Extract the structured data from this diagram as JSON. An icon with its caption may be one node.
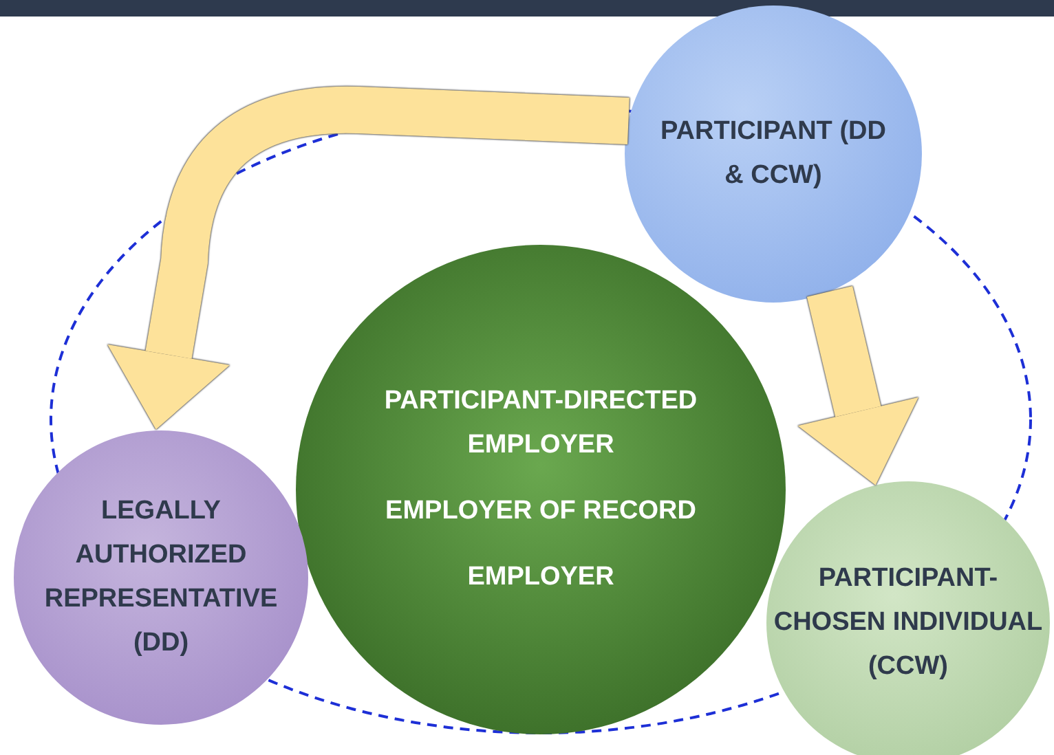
{
  "diagram": {
    "nodes": [
      {
        "text": [
          "PARTICIPANT (DD & CCW)"
        ]
      },
      {
        "text": [
          "PARTICIPANT-DIRECTED EMPLOYER",
          "EMPLOYER OF RECORD",
          "EMPLOYER"
        ]
      },
      {
        "text": [
          "LEGALLY AUTHORIZED REPRESENTATIVE (DD)"
        ]
      },
      {
        "text": [
          "PARTICIPANT-CHOSEN INDIVIDUAL (CCW)"
        ]
      }
    ],
    "edges": [
      {
        "from": 0,
        "to": 2,
        "arrow": "to"
      },
      {
        "from": 0,
        "to": 3,
        "arrow": "to"
      }
    ]
  }
}
